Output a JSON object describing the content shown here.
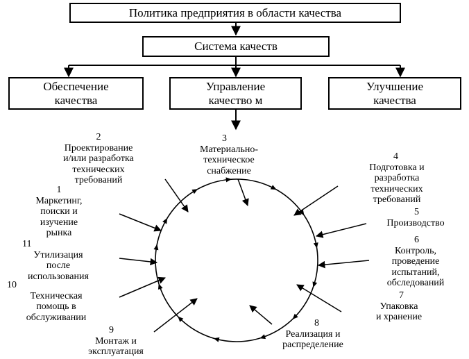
{
  "top_box": "Политика предприятия в области качества",
  "system_box": "Система качеств",
  "branches": [
    {
      "line1": "Обеспечение",
      "line2": "качества"
    },
    {
      "line1": "Управление",
      "line2": "качество м"
    },
    {
      "line1": "Улучшение",
      "line2": "качества"
    }
  ],
  "cycle": [
    {
      "num": "1",
      "lines": [
        "Маркетинг,",
        "поиски и",
        "изучение",
        "рынка"
      ]
    },
    {
      "num": "2",
      "lines": [
        "Проектирование",
        "и/или разработка",
        "технических",
        "требований"
      ]
    },
    {
      "num": "3",
      "lines": [
        "Материально-",
        "техническое",
        "снабжение"
      ]
    },
    {
      "num": "4",
      "lines": [
        "Подготовка и",
        "разработка",
        "технических",
        "требований"
      ]
    },
    {
      "num": "5",
      "lines": [
        "Производство"
      ]
    },
    {
      "num": "6",
      "lines": [
        "Контроль,",
        "проведение",
        "испытаний,",
        "обследований"
      ]
    },
    {
      "num": "7",
      "lines": [
        "Упаковка",
        "и хранение"
      ]
    },
    {
      "num": "8",
      "lines": [
        "Реализация и",
        "распределение"
      ]
    },
    {
      "num": "9",
      "lines": [
        "Монтаж и",
        "эксплуатация"
      ]
    },
    {
      "num": "10",
      "lines": [
        "Техническая",
        "помощь в",
        "обслуживании"
      ]
    },
    {
      "num": "11",
      "lines": [
        "Утилизация",
        "после",
        "использования"
      ]
    }
  ]
}
